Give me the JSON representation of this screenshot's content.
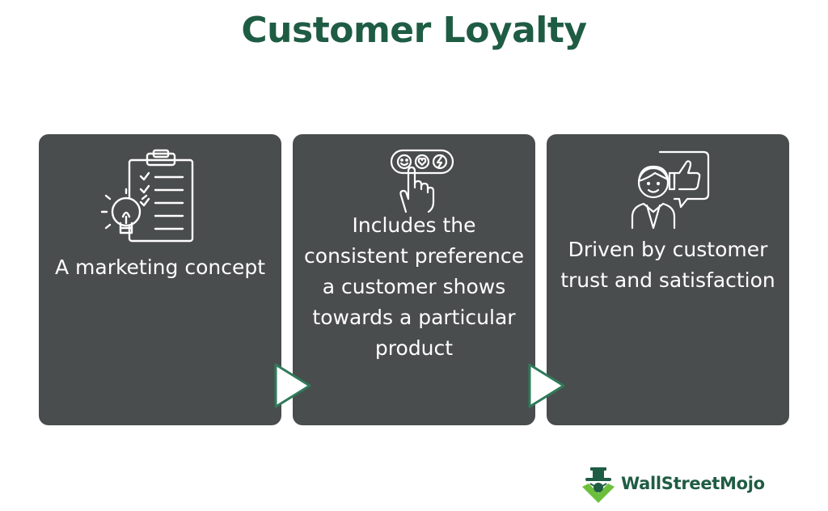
{
  "title": "Customer Loyalty",
  "colors": {
    "title": "#1f5c44",
    "card_bg": "#4a4d4d",
    "card_text": "#ffffff",
    "arrow_fill": "#ffffff",
    "arrow_stroke": "#2f7a5a",
    "brand_green": "#1f5c44",
    "brand_accent": "#6cbf3a"
  },
  "cards": [
    {
      "icon": "clipboard-lightbulb-icon",
      "text": "A marketing concept"
    },
    {
      "icon": "hand-tapping-reaction-buttons-icon",
      "text": "Includes the consistent preference a customer shows towards a particular product"
    },
    {
      "icon": "person-thumbs-up-speech-icon",
      "text": "Driven by customer trust and satisfaction"
    }
  ],
  "flow_arrows": [
    "arrow-right-icon",
    "arrow-right-icon"
  ],
  "brand": {
    "logo_icon": "wallstreetmojo-logo-icon",
    "name": "WallStreetMojo"
  }
}
